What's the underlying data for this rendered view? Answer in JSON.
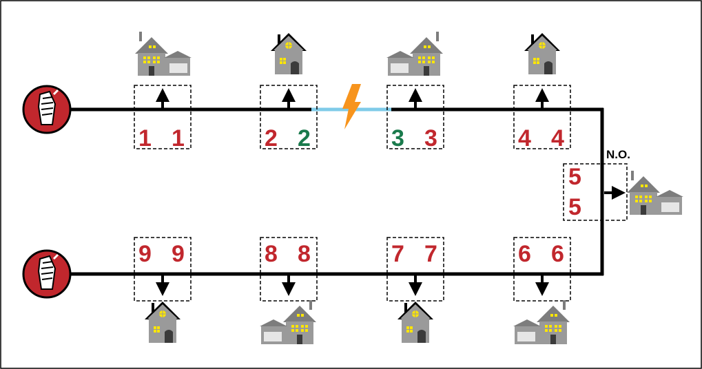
{
  "colors": {
    "line": "#000000",
    "faulted_section": "#7fcbe8",
    "lightning": "#f7941d",
    "energized_number": "#c1272d",
    "restored_number": "#1a7a4c",
    "breaker_fill": "#c1272d",
    "house_body": "#9a9a9a",
    "house_roof": "#7d7d7d",
    "window": "#ffe600"
  },
  "switch_label": "N.O.",
  "top_feeder": {
    "sections": [
      {
        "left": "1",
        "right": "1",
        "left_color": "energized_number",
        "right_color": "energized_number",
        "house": "house-with-garage-right-icon"
      },
      {
        "left": "2",
        "right": "2",
        "left_color": "energized_number",
        "right_color": "restored_number",
        "house": "small-house-icon"
      },
      {
        "left": "3",
        "right": "3",
        "left_color": "restored_number",
        "right_color": "energized_number",
        "house": "house-with-garage-left-icon"
      },
      {
        "left": "4",
        "right": "4",
        "left_color": "energized_number",
        "right_color": "energized_number",
        "house": "small-house-icon"
      }
    ]
  },
  "tie_point": {
    "top": "5",
    "bottom": "5",
    "house": "house-with-garage-right-icon"
  },
  "bottom_feeder": {
    "sections": [
      {
        "left": "9",
        "right": "9",
        "house": "small-house-icon"
      },
      {
        "left": "8",
        "right": "8",
        "house": "house-with-garage-left-icon"
      },
      {
        "left": "7",
        "right": "7",
        "house": "small-house-icon"
      },
      {
        "left": "6",
        "right": "6",
        "house": "house-with-garage-left-icon"
      }
    ]
  }
}
